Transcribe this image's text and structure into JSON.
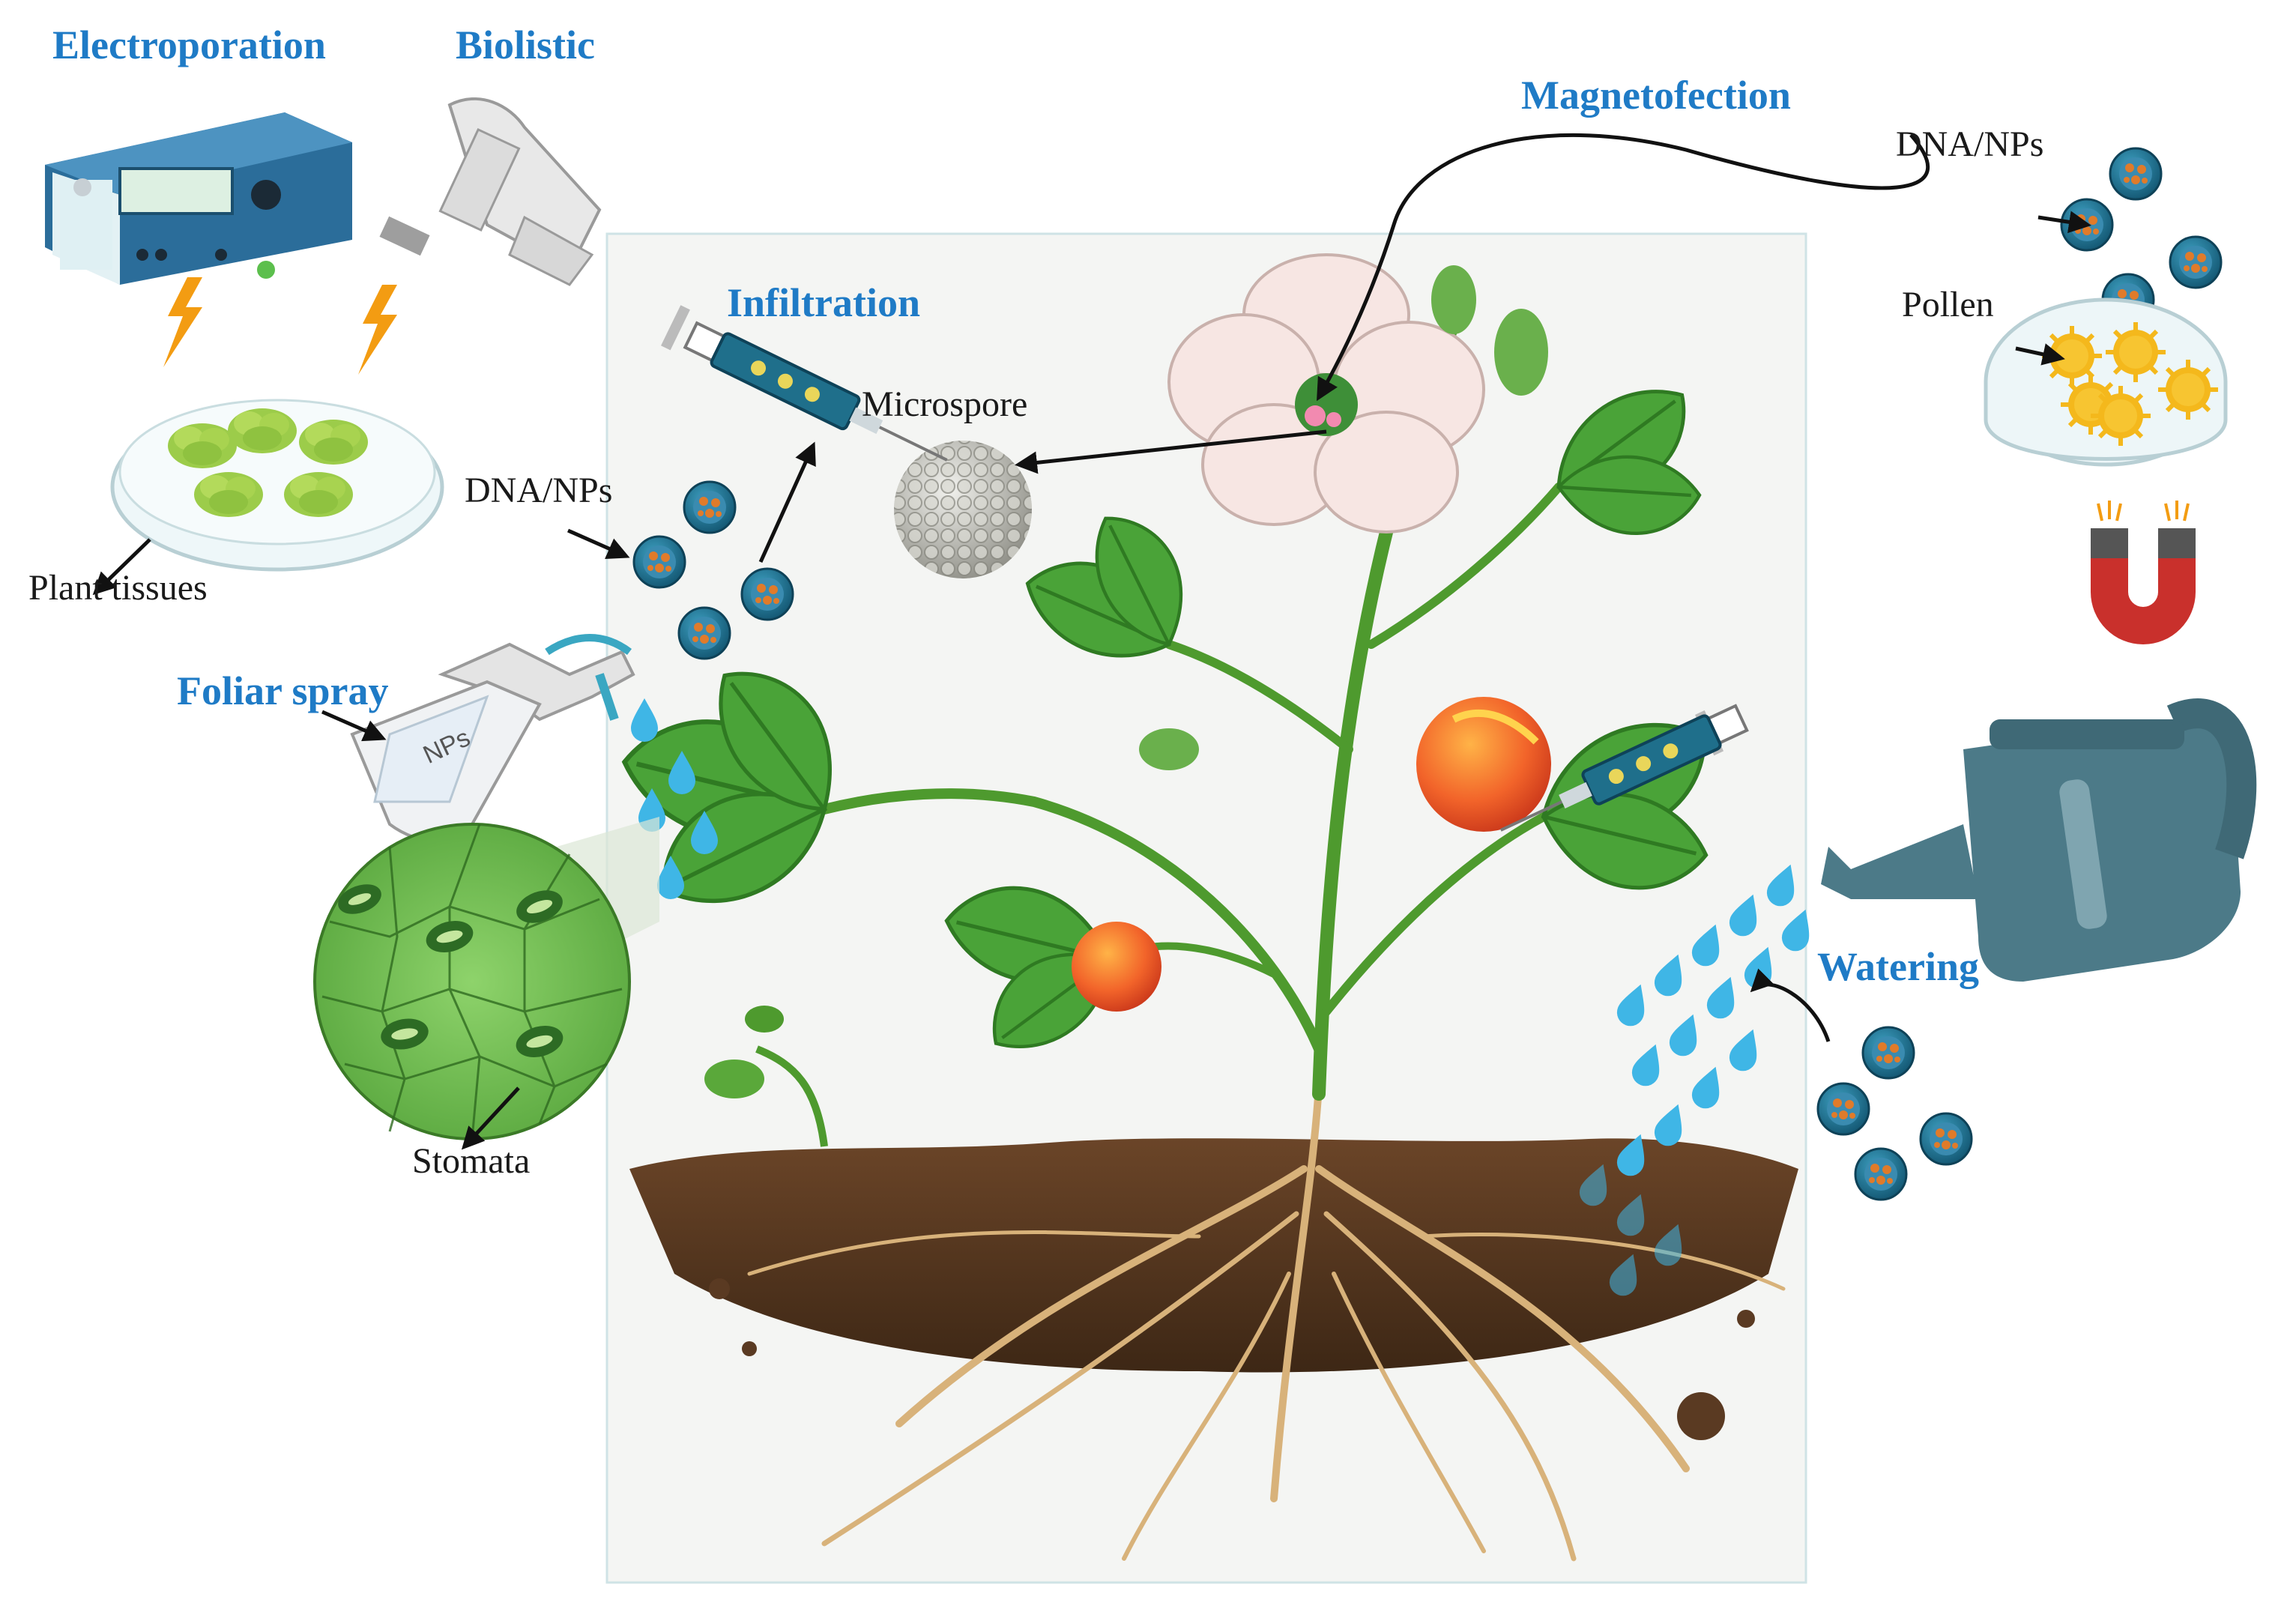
{
  "methods": {
    "electroporation": "Electroporation",
    "biolistic": "Biolistic",
    "magnetofection": "Magnetofection",
    "infiltration": "Infiltration",
    "foliar_spray": "Foliar spray",
    "watering": "Watering"
  },
  "labels": {
    "plant_tissues": "Plant tissues",
    "dna_nps_left": "DNA/NPs",
    "dna_nps_right": "DNA/NPs",
    "microspore": "Microspore",
    "pollen": "Pollen",
    "stomata": "Stomata",
    "bottle_text": "NPs"
  },
  "colors": {
    "method_label": "#1f7bc6",
    "nanoparticle_shell": "#1f6f8b",
    "nanoparticle_core": "#e07b2a",
    "water_drop": "#3fb6e6",
    "lightning": "#f39c12",
    "leaf": "#3f9a2f",
    "soil": "#5a3a22",
    "magnet": "#c9302c"
  },
  "icons": [
    "electroporator-icon",
    "gene-gun-icon",
    "petri-dish-icon",
    "syringe-icon",
    "spray-bottle-icon",
    "watering-can-icon",
    "magnet-icon",
    "nanoparticle-icon",
    "pollen-icon",
    "microspore-icon",
    "flower-icon",
    "fruit-icon",
    "lightning-icon"
  ]
}
